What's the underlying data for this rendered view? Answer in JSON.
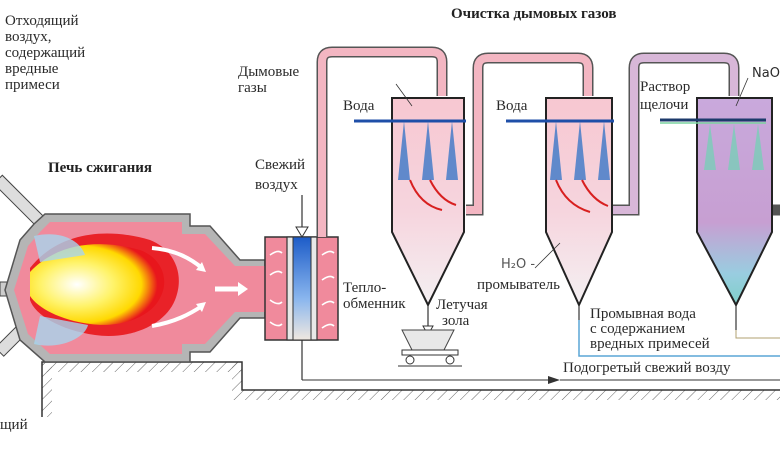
{
  "diagram": {
    "title_cleaning": "Очистка дымовых газов",
    "title_furnace": "Печь сжигания",
    "labels": {
      "exhaust_air": [
        "Отходящий",
        "воздух,",
        "содержащий",
        "вредные",
        "примеси"
      ],
      "flue_gases": [
        "Дымовые",
        "газы"
      ],
      "fresh_air": [
        "Свежий",
        "воздух"
      ],
      "water_1": "Вода",
      "water_2": "Вода",
      "alkali_solution": [
        "Раствор",
        "щелочи"
      ],
      "naoh": "NaO",
      "heat_exchanger": [
        "Тепло-",
        "обменник"
      ],
      "fly_ash": [
        "Летучая",
        "зола"
      ],
      "h2o_scrubber": [
        "H₂O -",
        "промыватель"
      ],
      "wash_water": [
        "Промывная вода",
        "с содержанием",
        "вредных примесей"
      ],
      "heated_air": "Подогретый свежий возду",
      "bottom_left": "щий"
    },
    "colors": {
      "flue_gas": "#f08a9c",
      "water": "#1f4fa8",
      "flame_yellow": "#ffe800",
      "flame_red": "#e8161c",
      "furnace_wall": "#b5b5b5",
      "alkali_tank": "#b59ad0",
      "wash_line": "#5aa6d6"
    }
  }
}
